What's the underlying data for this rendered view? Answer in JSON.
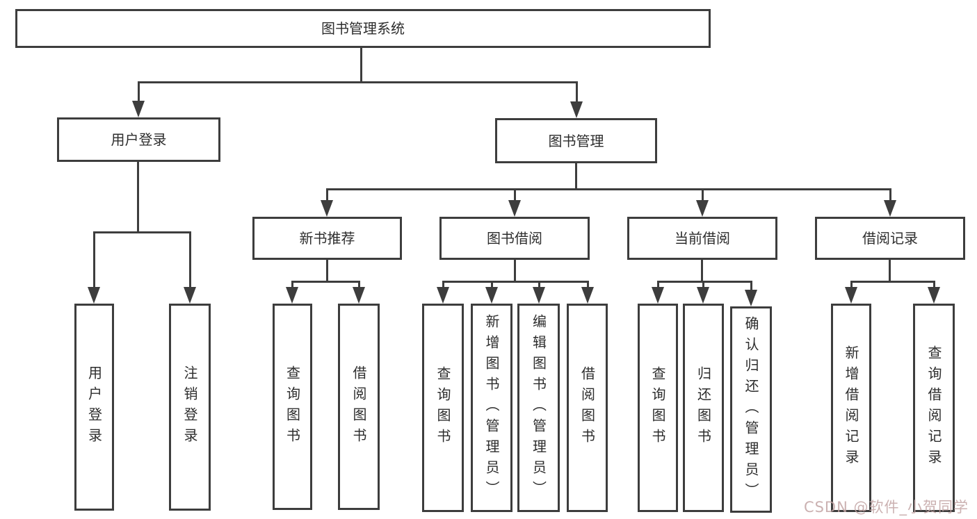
{
  "diagram": {
    "type": "hierarchy-tree",
    "title": "图书管理系统",
    "nodes": {
      "root": {
        "label": "图书管理系统"
      },
      "user_login": {
        "label": "用户登录"
      },
      "book_mgmt": {
        "label": "图书管理"
      },
      "new_book_rec": {
        "label": "新书推荐"
      },
      "book_borrow": {
        "label": "图书借阅"
      },
      "current_borrow": {
        "label": "当前借阅"
      },
      "borrow_record": {
        "label": "借阅记录"
      },
      "leaf_user_login": {
        "label": "用户登录"
      },
      "leaf_logout": {
        "label": "注销登录"
      },
      "leaf_rec_query": {
        "label": "查询图书"
      },
      "leaf_rec_borrow": {
        "label": "借阅图书"
      },
      "leaf_bb_query": {
        "label": "查询图书"
      },
      "leaf_bb_add": {
        "label": "新增图书（管理员）"
      },
      "leaf_bb_edit": {
        "label": "编辑图书（管理员）"
      },
      "leaf_bb_borrow": {
        "label": "借阅图书"
      },
      "leaf_cb_query": {
        "label": "查询图书"
      },
      "leaf_cb_return": {
        "label": "归还图书"
      },
      "leaf_cb_confirm": {
        "label": "确认归还（管理员）"
      },
      "leaf_br_add": {
        "label": "新增借阅记录"
      },
      "leaf_br_query": {
        "label": "查询借阅记录"
      }
    },
    "structure": {
      "root": [
        "user_login",
        "book_mgmt"
      ],
      "user_login": [
        "leaf_user_login",
        "leaf_logout"
      ],
      "book_mgmt": [
        "new_book_rec",
        "book_borrow",
        "current_borrow",
        "borrow_record"
      ],
      "new_book_rec": [
        "leaf_rec_query",
        "leaf_rec_borrow"
      ],
      "book_borrow": [
        "leaf_bb_query",
        "leaf_bb_add",
        "leaf_bb_edit",
        "leaf_bb_borrow"
      ],
      "current_borrow": [
        "leaf_cb_query",
        "leaf_cb_return",
        "leaf_cb_confirm"
      ],
      "borrow_record": [
        "leaf_br_add",
        "leaf_br_query"
      ]
    },
    "colors": {
      "line": "#3d3d3d",
      "text": "#2d2d2d",
      "background": "#ffffff",
      "watermark": "#c2a4a4"
    }
  },
  "watermark": {
    "text": "CSDN @软件_小贺同学"
  }
}
